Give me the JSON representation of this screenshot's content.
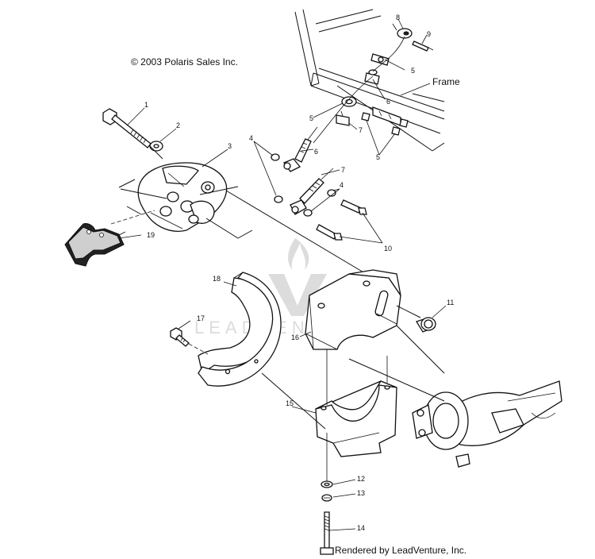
{
  "copyright": "© 2003 Polaris Sales Inc.",
  "frame_label": "Frame",
  "watermark": "LEADVENTURE",
  "footer": "Rendered by LeadVenture, Inc.",
  "callouts": {
    "c1": "1",
    "c2": "2",
    "c3": "3",
    "c4a": "4",
    "c4b": "4",
    "c5a": "5",
    "c5b": "5",
    "c5c": "5",
    "c6a": "6",
    "c6b": "6",
    "c7a": "7",
    "c7b": "7",
    "c8": "8",
    "c9": "9",
    "c10": "10",
    "c11": "11",
    "c12": "12",
    "c13": "13",
    "c14": "14",
    "c15": "15",
    "c16": "16",
    "c17": "17",
    "c18": "18",
    "c19": "19"
  }
}
